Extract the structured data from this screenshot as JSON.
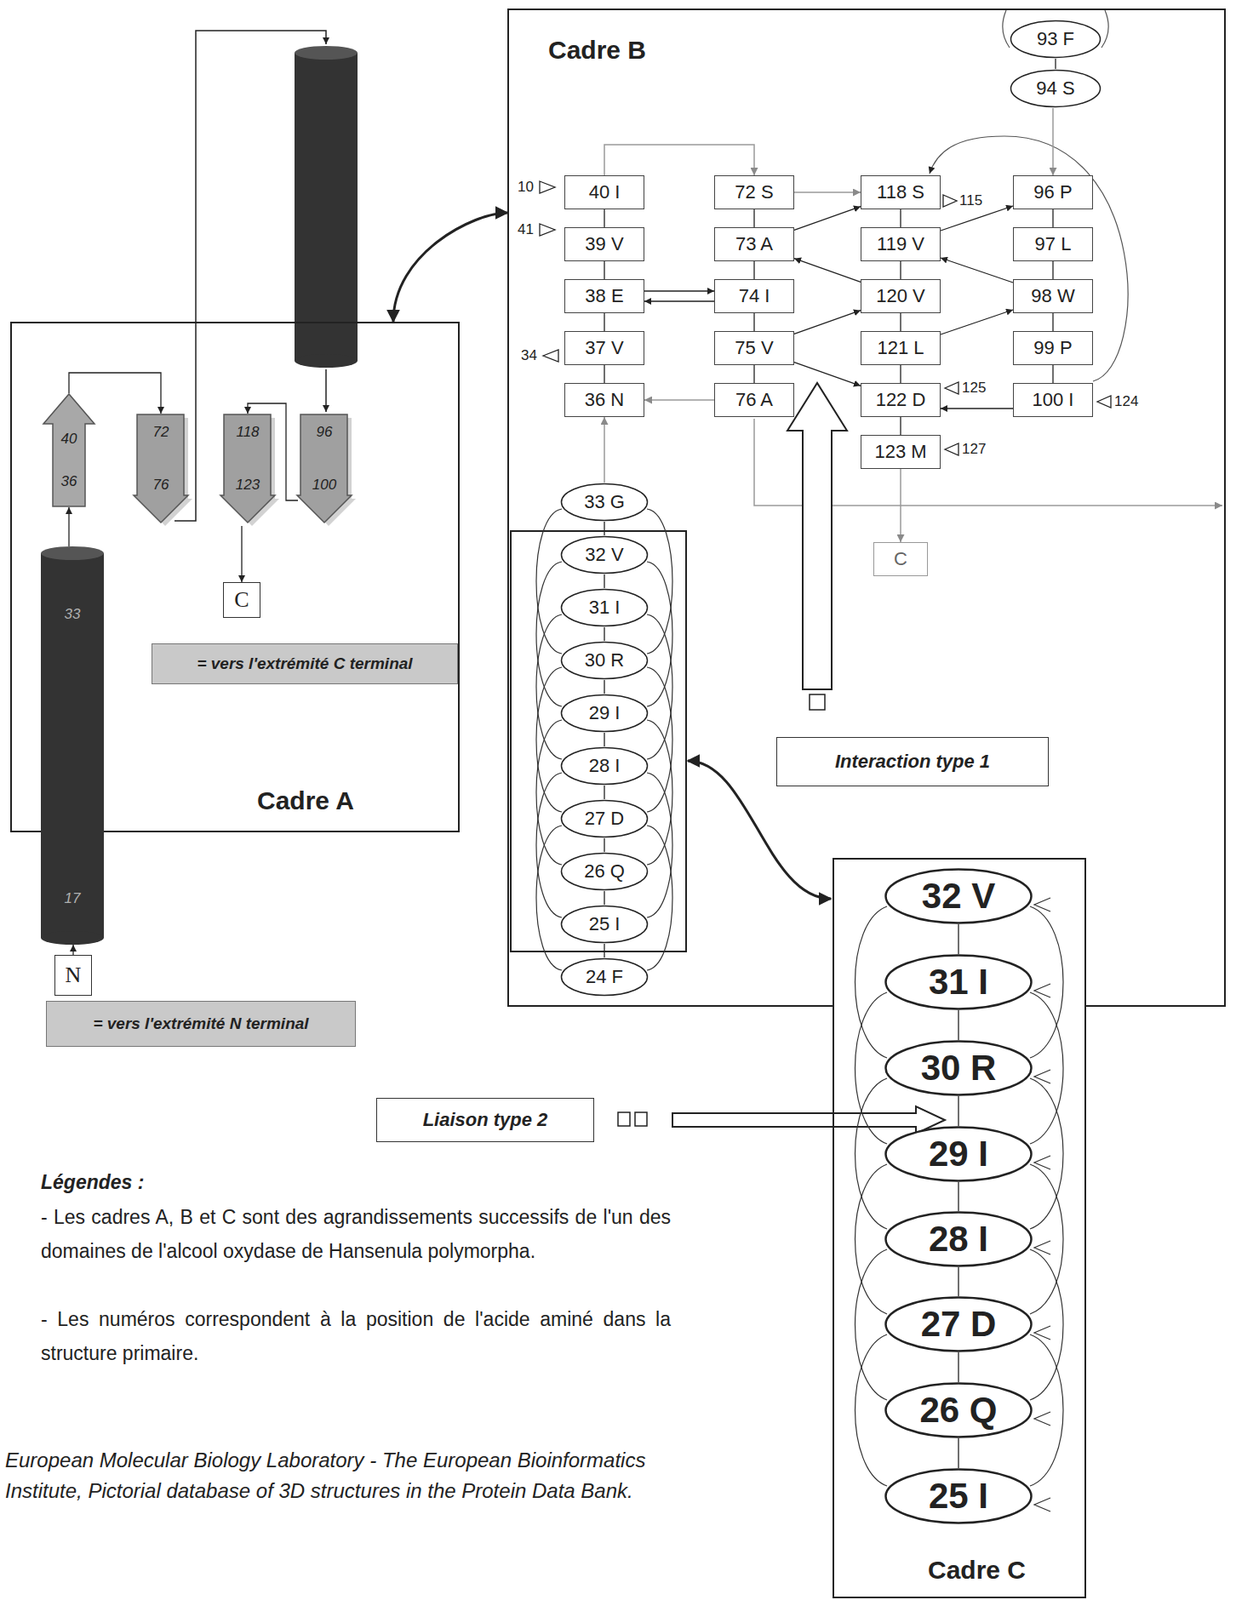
{
  "diagram": {
    "caption": "European Molecular Biology Laboratory - The European Bioinformatics Institute, Pictorial database of 3D structures in the Protein Data Bank.",
    "nodes": [
      {
        "text": [
          "Cadre A"
        ]
      },
      {
        "text": [
          "33",
          "17"
        ],
        "in": 0
      },
      {
        "text": [
          "40",
          "36"
        ],
        "in": 0
      },
      {
        "text": [
          "72",
          "76"
        ],
        "in": 0
      },
      {
        "text": [
          "118",
          "123"
        ],
        "in": 0
      },
      {
        "text": [
          "96",
          "100"
        ],
        "in": 0
      },
      {
        "text": [
          "C"
        ],
        "in": 0
      },
      {
        "text": [
          "= vers l'extrémité C terminal"
        ],
        "in": 0
      },
      {
        "text": [
          "N"
        ]
      },
      {
        "text": [
          "= vers l'extrémité N terminal"
        ]
      },
      {
        "text": [
          "Cadre B"
        ]
      },
      {
        "text": [
          "93 F"
        ],
        "in": 10
      },
      {
        "text": [
          "94 S"
        ],
        "in": 10
      },
      {
        "text": [
          "40 I"
        ],
        "in": 10
      },
      {
        "text": [
          "39 V"
        ],
        "in": 10
      },
      {
        "text": [
          "38 E"
        ],
        "in": 10
      },
      {
        "text": [
          "37 V"
        ],
        "in": 10
      },
      {
        "text": [
          "36 N"
        ],
        "in": 10
      },
      {
        "text": [
          "72 S"
        ],
        "in": 10
      },
      {
        "text": [
          "73 A"
        ],
        "in": 10
      },
      {
        "text": [
          "74 I"
        ],
        "in": 10
      },
      {
        "text": [
          "75 V"
        ],
        "in": 10
      },
      {
        "text": [
          "76 A"
        ],
        "in": 10
      },
      {
        "text": [
          "118 S"
        ],
        "in": 10
      },
      {
        "text": [
          "119 V"
        ],
        "in": 10
      },
      {
        "text": [
          "120 V"
        ],
        "in": 10
      },
      {
        "text": [
          "121 L"
        ],
        "in": 10
      },
      {
        "text": [
          "122 D"
        ],
        "in": 10
      },
      {
        "text": [
          "123 M"
        ],
        "in": 10
      },
      {
        "text": [
          "96 P"
        ],
        "in": 10
      },
      {
        "text": [
          "97 L"
        ],
        "in": 10
      },
      {
        "text": [
          "98 W"
        ],
        "in": 10
      },
      {
        "text": [
          "99 P"
        ],
        "in": 10
      },
      {
        "text": [
          "100 I"
        ],
        "in": 10
      },
      {
        "text": [
          "C"
        ],
        "in": 10
      },
      {
        "text": [
          "33 G"
        ],
        "in": 10
      },
      {
        "text": [
          "32 V"
        ],
        "in": 10
      },
      {
        "text": [
          "31 I"
        ],
        "in": 10
      },
      {
        "text": [
          "30 R"
        ],
        "in": 10
      },
      {
        "text": [
          "29 I"
        ],
        "in": 10
      },
      {
        "text": [
          "28 I"
        ],
        "in": 10
      },
      {
        "text": [
          "27 D"
        ],
        "in": 10
      },
      {
        "text": [
          "26 Q"
        ],
        "in": 10
      },
      {
        "text": [
          "25 I"
        ],
        "in": 10
      },
      {
        "text": [
          "24 F"
        ],
        "in": 10
      },
      {
        "text": [
          "Interaction type 1"
        ],
        "in": 10
      },
      {
        "text": [
          "Cadre C"
        ]
      },
      {
        "text": [
          "32 V"
        ],
        "in": 46
      },
      {
        "text": [
          "31 I"
        ],
        "in": 46
      },
      {
        "text": [
          "30 R"
        ],
        "in": 46
      },
      {
        "text": [
          "29 I"
        ],
        "in": 46
      },
      {
        "text": [
          "28 I"
        ],
        "in": 46
      },
      {
        "text": [
          "27 D"
        ],
        "in": 46
      },
      {
        "text": [
          "26 Q"
        ],
        "in": 46
      },
      {
        "text": [
          "25 I"
        ],
        "in": 46
      },
      {
        "text": [
          "Liaison type 2"
        ]
      }
    ],
    "edges": [
      {
        "from": 0,
        "to": 10,
        "arrow": "both"
      },
      {
        "from": 8,
        "to": 1,
        "arrow": "to"
      },
      {
        "from": 1,
        "to": 2,
        "arrow": "to"
      },
      {
        "from": 2,
        "to": 3,
        "arrow": "to"
      },
      {
        "from": 5,
        "to": 4,
        "arrow": "to"
      },
      {
        "from": 4,
        "to": 6,
        "arrow": "to"
      },
      {
        "from": 11,
        "to": 12,
        "arrow": "none"
      },
      {
        "from": 12,
        "to": 29,
        "arrow": "to"
      },
      {
        "from": 13,
        "to": 14,
        "arrow": "none"
      },
      {
        "from": 14,
        "to": 15,
        "arrow": "none"
      },
      {
        "from": 15,
        "to": 16,
        "arrow": "none"
      },
      {
        "from": 16,
        "to": 17,
        "arrow": "none"
      },
      {
        "from": 18,
        "to": 19,
        "arrow": "none"
      },
      {
        "from": 19,
        "to": 20,
        "arrow": "none"
      },
      {
        "from": 20,
        "to": 21,
        "arrow": "none"
      },
      {
        "from": 21,
        "to": 22,
        "arrow": "none"
      },
      {
        "from": 23,
        "to": 24,
        "arrow": "none"
      },
      {
        "from": 24,
        "to": 25,
        "arrow": "none"
      },
      {
        "from": 25,
        "to": 26,
        "arrow": "none"
      },
      {
        "from": 26,
        "to": 27,
        "arrow": "none"
      },
      {
        "from": 27,
        "to": 28,
        "arrow": "none"
      },
      {
        "from": 29,
        "to": 30,
        "arrow": "none"
      },
      {
        "from": 30,
        "to": 31,
        "arrow": "none"
      },
      {
        "from": 31,
        "to": 32,
        "arrow": "none"
      },
      {
        "from": 32,
        "to": 33,
        "arrow": "none"
      },
      {
        "from": 28,
        "to": 34,
        "arrow": "to"
      },
      {
        "from": 35,
        "to": 17,
        "arrow": "to"
      },
      {
        "from": 35,
        "to": 36,
        "arrow": "none"
      },
      {
        "from": 36,
        "to": 37,
        "arrow": "none"
      },
      {
        "from": 37,
        "to": 38,
        "arrow": "none"
      },
      {
        "from": 38,
        "to": 39,
        "arrow": "none"
      },
      {
        "from": 39,
        "to": 40,
        "arrow": "none"
      },
      {
        "from": 40,
        "to": 41,
        "arrow": "none"
      },
      {
        "from": 41,
        "to": 42,
        "arrow": "none"
      },
      {
        "from": 42,
        "to": 43,
        "arrow": "none"
      },
      {
        "from": 43,
        "to": 44,
        "arrow": "none"
      },
      {
        "from": 13,
        "to": 18,
        "arrow": "to"
      },
      {
        "from": 18,
        "to": 23,
        "arrow": "to"
      },
      {
        "from": 19,
        "to": 23,
        "arrow": "to"
      },
      {
        "from": 25,
        "to": 19,
        "arrow": "to"
      },
      {
        "from": 24,
        "to": 29,
        "arrow": "to"
      },
      {
        "from": 31,
        "to": 24,
        "arrow": "to"
      },
      {
        "from": 26,
        "to": 31,
        "arrow": "to"
      },
      {
        "from": 15,
        "to": 20,
        "arrow": "to"
      },
      {
        "from": 20,
        "to": 15,
        "arrow": "to"
      },
      {
        "from": 21,
        "to": 25,
        "arrow": "to"
      },
      {
        "from": 21,
        "to": 27,
        "arrow": "to"
      },
      {
        "from": 22,
        "to": 17,
        "arrow": "to"
      },
      {
        "from": 33,
        "to": 27,
        "arrow": "to"
      },
      {
        "from": 47,
        "to": 48,
        "arrow": "none"
      },
      {
        "from": 48,
        "to": 49,
        "arrow": "none"
      },
      {
        "from": 49,
        "to": 50,
        "arrow": "none"
      },
      {
        "from": 50,
        "to": 51,
        "arrow": "none"
      },
      {
        "from": 51,
        "to": 52,
        "arrow": "none"
      },
      {
        "from": 52,
        "to": 53,
        "arrow": "none"
      },
      {
        "from": 53,
        "to": 54,
        "arrow": "none"
      }
    ],
    "labels": [
      "10",
      "41",
      "34",
      "115",
      "125",
      "127",
      "124",
      "Légendes :",
      "- Les cadres A, B et C sont des agrandissements successifs de l'un des domaines de l'alcool oxydase de Hansenula polymorpha.",
      "- Les numéros correspondent à la position de l'acide aminé dans la structure primaire."
    ]
  }
}
